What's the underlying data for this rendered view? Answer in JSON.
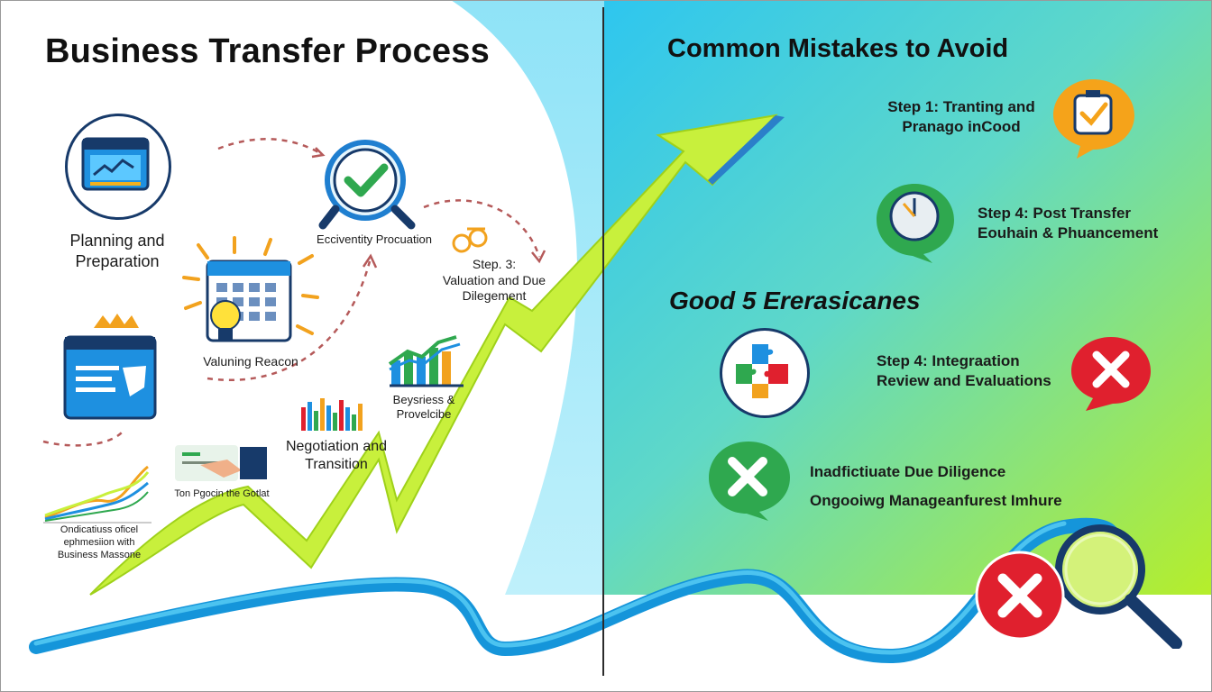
{
  "left_title": "Business Transfer Process",
  "right_title": "Common Mistakes to Avoid",
  "process_steps": [
    {
      "text": "Planning and Preparation",
      "icon": "calendar-chart-icon"
    },
    {
      "text": "Ecciventity Procuation",
      "icon": "magnifier-check-icon"
    },
    {
      "text": "Step. 3: Valuation and Due Dilegement",
      "icon": "handshake-icon"
    },
    {
      "text": "Valuning Reacon",
      "icon": "calendar-lightbulb-icon"
    },
    {
      "text": "Beysriess & Provelcibe",
      "icon": "bar-chart-icon"
    },
    {
      "text": "Negotiation and Transition",
      "icon": "bar-chart-icon"
    },
    {
      "text": "Ton Pgocin the Gotlat",
      "icon": "handshake-icon"
    },
    {
      "text": "Ondicatiuss oficel ephmesiion with Business Massone",
      "icon": "line-chart-icon"
    }
  ],
  "planning_label_lines": [
    "Planning and",
    "Preparation"
  ],
  "step3_lines": [
    "Step. 3:",
    "Valuation and Due",
    "Dilegement"
  ],
  "beys_lines": [
    "Beysriess &",
    "Provelcibe"
  ],
  "negotiation_lines": [
    "Negotiation and",
    "Transition"
  ],
  "ondi_lines": [
    "Ondicatiuss oficel",
    "ephmesiion with",
    "Business Massone"
  ],
  "right_items": [
    {
      "lines": [
        "Step 1:  Tranting and",
        "Pranago inCood"
      ],
      "icon": "checklist-bubble-icon",
      "color": "#f5a31a"
    },
    {
      "lines": [
        "Step 4:     Post Transfer",
        "Eouhain & Phuancement"
      ],
      "icon": "clock-bubble-icon",
      "color": "#2fa84f"
    }
  ],
  "section2_title": "Good 5  Ererasicanes",
  "integration_lines": [
    "Step 4:    Integraation",
    "Review and Evaluations"
  ],
  "mistakes_lines": [
    "Inadfictiuate Due Diligence",
    "Ongooiwg Manageanfurest Imhure"
  ],
  "colors": {
    "accent_yellow": "#c8f03c",
    "accent_blue": "#1a9fe0",
    "error_red": "#e0202e",
    "ok_green": "#2fa84f"
  }
}
